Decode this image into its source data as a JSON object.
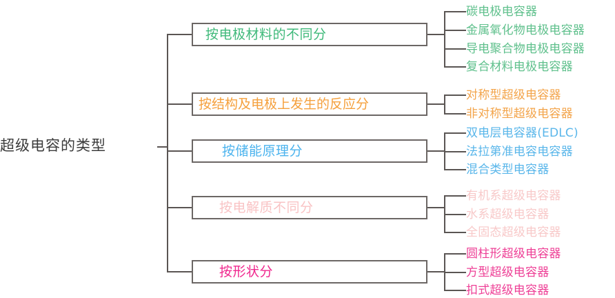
{
  "diagram": {
    "type": "mind-map-tree",
    "root": {
      "label": "超级电容的类型",
      "color": "#3b3b3b"
    },
    "line_color": "#5a5553",
    "box_border_color": "#6b6664",
    "background": "#ffffff",
    "branches": [
      {
        "id": "electrode-material",
        "label": "按电极材料的不同分",
        "color": "#3fb97a",
        "leaf_color": "#5fc08c",
        "leaves": [
          "碳电极电容器",
          "金属氧化物电极电容器",
          "导电聚合物电极电容器",
          "复合材料电极电容器"
        ]
      },
      {
        "id": "structure-reaction",
        "label": "按结构及电极上发生的反应分",
        "color": "#f5a03c",
        "leaf_color": "#f3a44a",
        "leaves": [
          "对称型超级电容器",
          "非对称型超级电容器"
        ]
      },
      {
        "id": "energy-storage-principle",
        "label": "按储能原理分",
        "color": "#4bb3ee",
        "leaf_color": "#59b6ea",
        "leaves": [
          "双电层电容器(EDLC)",
          "法拉第准电容电容器",
          "混合类型电容器"
        ]
      },
      {
        "id": "electrolyte",
        "label": "按电解质不同分",
        "color": "#f9c3c4",
        "leaf_color": "#f8c9c9",
        "leaves": [
          "有机系超级电容器",
          "水系超级电容器",
          "全固态超级电容器"
        ]
      },
      {
        "id": "shape",
        "label": "按形状分",
        "color": "#f0278e",
        "leaf_color": "#ee3f96",
        "leaves": [
          "圆柱形超级电容器",
          "方型超级电容器",
          "扣式超级电容器"
        ]
      }
    ]
  }
}
